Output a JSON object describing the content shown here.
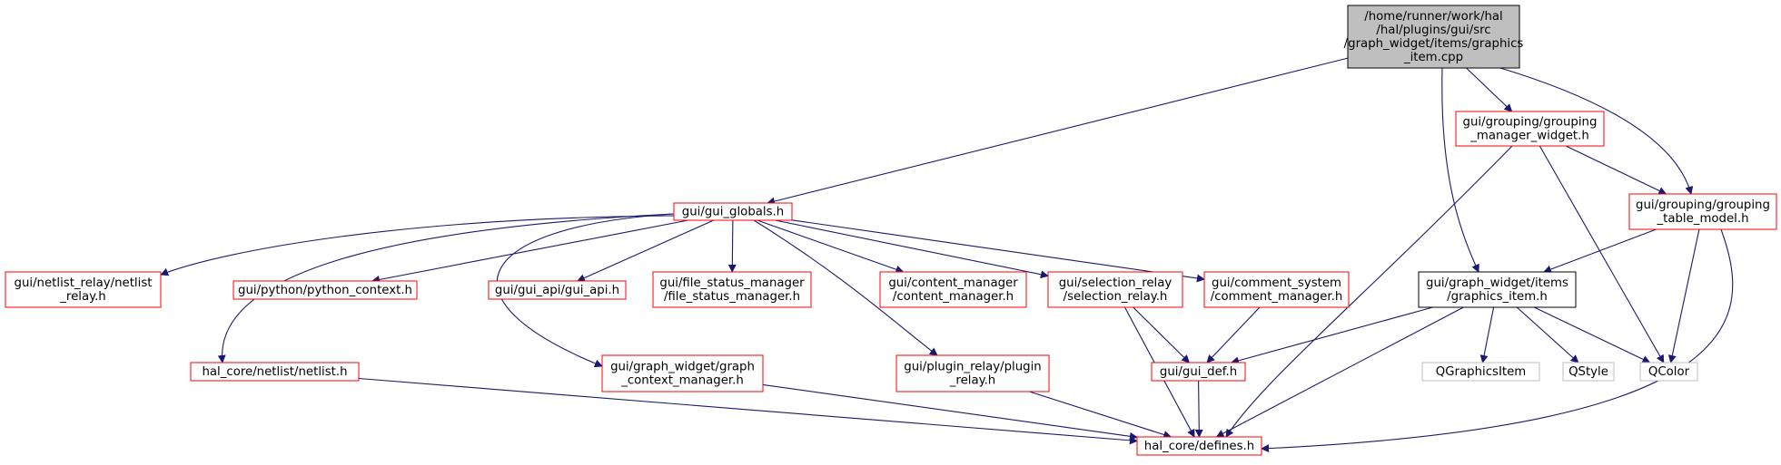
{
  "colors": {
    "edge": "#191970",
    "root_fill": "#bfbfbf",
    "root_border": "#000000",
    "highlight_fill": "#ffffff",
    "highlight_border": "#000000",
    "project_border": "#ff0000",
    "external_border": "#bfbfbf",
    "external_text": "#000000",
    "background": "#ffffff"
  },
  "nodes": [
    {
      "id": "root",
      "kind": "root",
      "lines": [
        "/home/runner/work/hal",
        "/hal/plugins/gui/src",
        "/graph_widget/items/graphics",
        "_item.cpp"
      ]
    },
    {
      "id": "gui_globals",
      "kind": "project",
      "lines": [
        "gui/gui_globals.h"
      ]
    },
    {
      "id": "grouping_manager_widget",
      "kind": "project",
      "lines": [
        "gui/grouping/grouping",
        "_manager_widget.h"
      ]
    },
    {
      "id": "grouping_table_model",
      "kind": "project",
      "lines": [
        "gui/grouping/grouping",
        "_table_model.h"
      ]
    },
    {
      "id": "netlist_relay",
      "kind": "project",
      "lines": [
        "gui/netlist_relay/netlist",
        "_relay.h"
      ]
    },
    {
      "id": "python_context",
      "kind": "project",
      "lines": [
        "gui/python/python_context.h"
      ]
    },
    {
      "id": "gui_api",
      "kind": "project",
      "lines": [
        "gui/gui_api/gui_api.h"
      ]
    },
    {
      "id": "file_status_manager",
      "kind": "project",
      "lines": [
        "gui/file_status_manager",
        "/file_status_manager.h"
      ]
    },
    {
      "id": "content_manager",
      "kind": "project",
      "lines": [
        "gui/content_manager",
        "/content_manager.h"
      ]
    },
    {
      "id": "selection_relay",
      "kind": "project",
      "lines": [
        "gui/selection_relay",
        "/selection_relay.h"
      ]
    },
    {
      "id": "comment_manager",
      "kind": "project",
      "lines": [
        "gui/comment_system",
        "/comment_manager.h"
      ]
    },
    {
      "id": "graphics_item_h",
      "kind": "highlight",
      "lines": [
        "gui/graph_widget/items",
        "/graphics_item.h"
      ]
    },
    {
      "id": "netlist_h",
      "kind": "project",
      "lines": [
        "hal_core/netlist/netlist.h"
      ]
    },
    {
      "id": "graph_context_manager",
      "kind": "project",
      "lines": [
        "gui/graph_widget/graph",
        "_context_manager.h"
      ]
    },
    {
      "id": "plugin_relay",
      "kind": "project",
      "lines": [
        "gui/plugin_relay/plugin",
        "_relay.h"
      ]
    },
    {
      "id": "gui_def",
      "kind": "project",
      "lines": [
        "gui/gui_def.h"
      ]
    },
    {
      "id": "QGraphicsItem",
      "kind": "external",
      "lines": [
        "QGraphicsItem"
      ]
    },
    {
      "id": "QStyle",
      "kind": "external",
      "lines": [
        "QStyle"
      ]
    },
    {
      "id": "QColor",
      "kind": "external",
      "lines": [
        "QColor"
      ]
    },
    {
      "id": "defines",
      "kind": "project",
      "lines": [
        "hal_core/defines.h"
      ]
    }
  ],
  "edges": [
    [
      "root",
      "gui_globals"
    ],
    [
      "root",
      "grouping_manager_widget"
    ],
    [
      "root",
      "grouping_table_model"
    ],
    [
      "root",
      "graphics_item_h"
    ],
    [
      "gui_globals",
      "netlist_relay"
    ],
    [
      "gui_globals",
      "python_context"
    ],
    [
      "gui_globals",
      "gui_api"
    ],
    [
      "gui_globals",
      "file_status_manager"
    ],
    [
      "gui_globals",
      "content_manager"
    ],
    [
      "gui_globals",
      "selection_relay"
    ],
    [
      "gui_globals",
      "comment_manager"
    ],
    [
      "gui_globals",
      "netlist_h"
    ],
    [
      "gui_globals",
      "graph_context_manager"
    ],
    [
      "gui_globals",
      "plugin_relay"
    ],
    [
      "grouping_manager_widget",
      "grouping_table_model"
    ],
    [
      "grouping_manager_widget",
      "defines"
    ],
    [
      "grouping_manager_widget",
      "QColor"
    ],
    [
      "grouping_table_model",
      "graphics_item_h"
    ],
    [
      "grouping_table_model",
      "QColor"
    ],
    [
      "grouping_table_model",
      "defines"
    ],
    [
      "graphics_item_h",
      "gui_def"
    ],
    [
      "graphics_item_h",
      "QGraphicsItem"
    ],
    [
      "graphics_item_h",
      "QStyle"
    ],
    [
      "graphics_item_h",
      "QColor"
    ],
    [
      "graphics_item_h",
      "defines"
    ],
    [
      "selection_relay",
      "gui_def"
    ],
    [
      "selection_relay",
      "defines"
    ],
    [
      "comment_manager",
      "gui_def"
    ],
    [
      "netlist_h",
      "defines"
    ],
    [
      "graph_context_manager",
      "defines"
    ],
    [
      "plugin_relay",
      "defines"
    ],
    [
      "gui_def",
      "defines"
    ]
  ]
}
